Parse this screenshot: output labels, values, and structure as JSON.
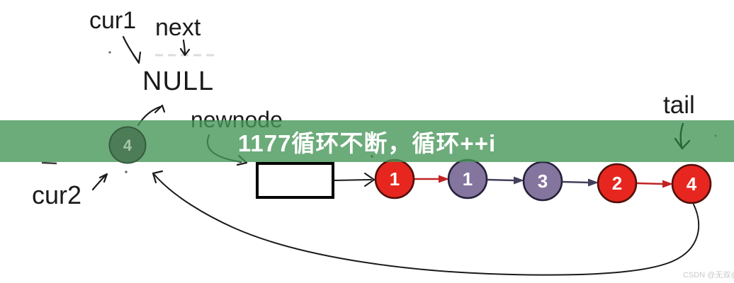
{
  "banner": {
    "title": "1177循环不断，循环++i",
    "overlay_color": "rgba(71,150,89,0.8)"
  },
  "diagram": {
    "labels": {
      "cur1": "cur1",
      "next": "next",
      "null_text": "NULL",
      "newnode": "newnode",
      "cur2": "cur2",
      "tail": "tail"
    },
    "highlighted_node": {
      "value": "4",
      "fill": "#4c7d57"
    },
    "newnode_box": {
      "value": ""
    },
    "linked_list": {
      "nodes": [
        {
          "value": "1",
          "color": "#e6261f"
        },
        {
          "value": "1",
          "color": "#84759f"
        },
        {
          "value": "3",
          "color": "#84759f"
        },
        {
          "value": "2",
          "color": "#e6261f"
        },
        {
          "value": "4",
          "color": "#e6261f"
        }
      ]
    }
  },
  "watermark": {
    "text": "CSDN @无双@"
  },
  "colors": {
    "ink": "#1a1a1a",
    "node_red": "#e6261f",
    "node_red_stroke": "#50100a",
    "node_purple": "#84759f",
    "node_purple_stroke": "#26213a",
    "arrow_red": "#c22322",
    "arrow_slate": "#44405c",
    "banner_overlay": "rgba(71,150,89,0.8)",
    "banner_text": "#ffffff",
    "circle_green_fill": "#4c7d57",
    "circle_green_stroke": "#355c3d",
    "circle_green_text": "#a4c6a6",
    "tail_arrow_green": "#2a6638",
    "watermark_gray": "#c9c9c9"
  }
}
